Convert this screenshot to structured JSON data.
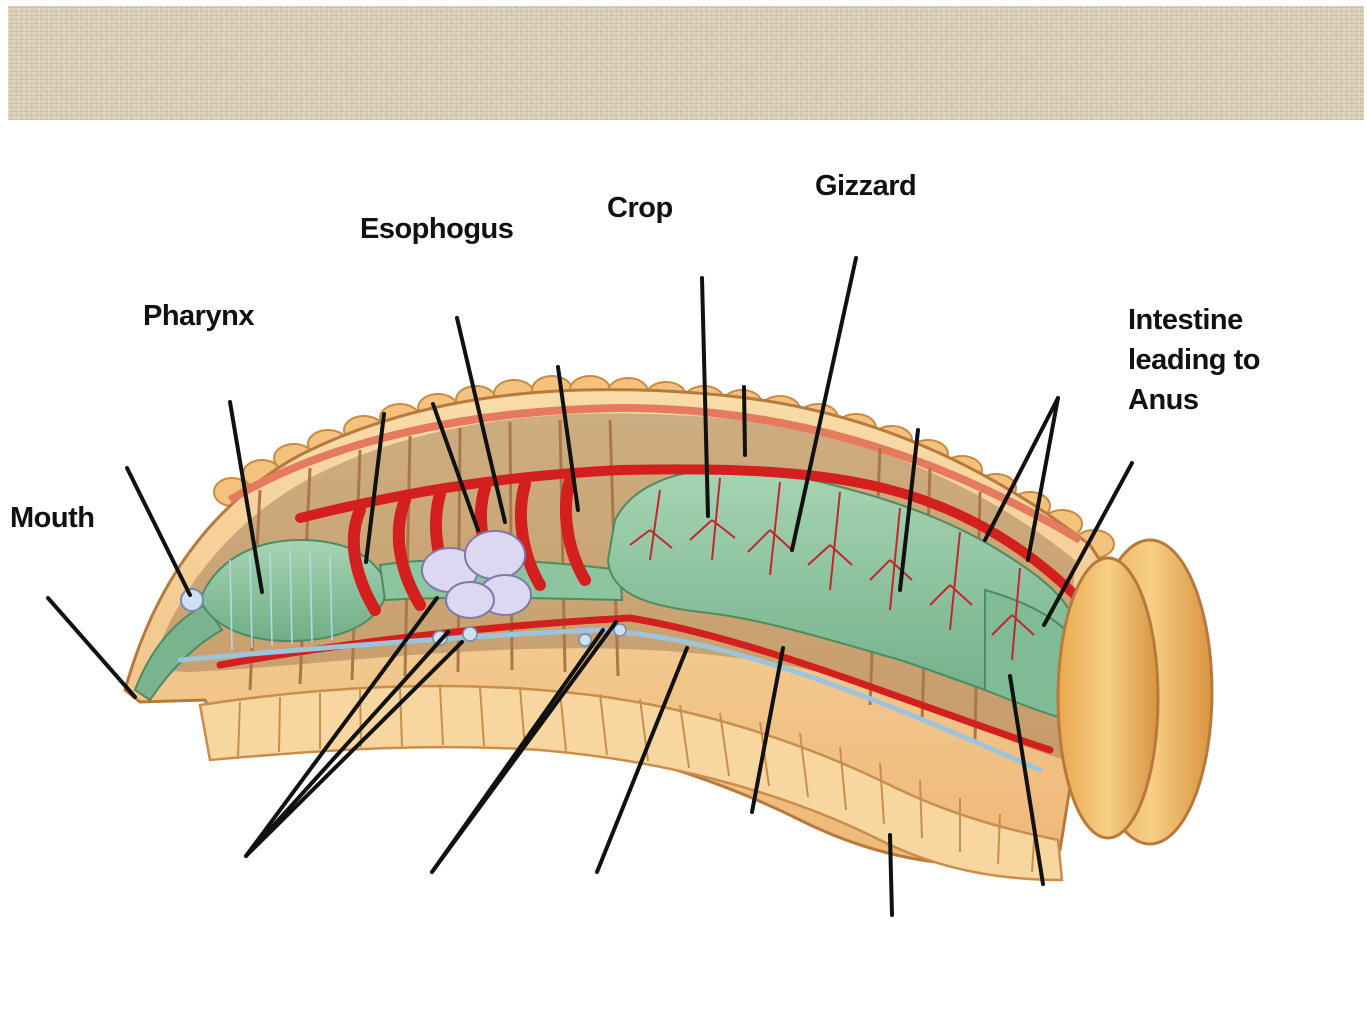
{
  "labels": {
    "mouth": "Mouth",
    "pharynx": "Pharynx",
    "esophagus": "Esophogus",
    "crop": "Crop",
    "gizzard": "Gizzard",
    "intestine_lines": [
      "Intestine",
      "leading to",
      "Anus"
    ]
  },
  "colors": {
    "banner": "#d7ccb1",
    "body_wall": "#f2c88c",
    "segment_lines": "#c98e4c",
    "gut": "#8fc3a0",
    "blood_vessel": "#d41f1f",
    "nerve": "#9cc4dc",
    "ganglion": "#d8d4ee",
    "leader_line": "#111111"
  }
}
